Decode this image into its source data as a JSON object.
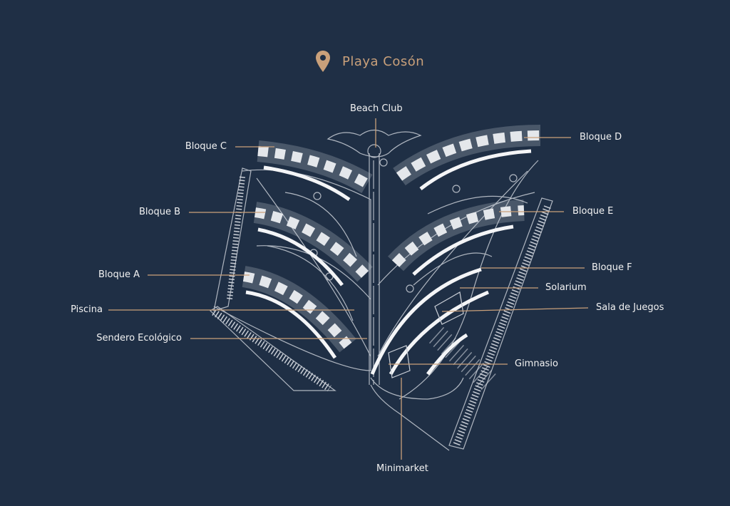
{
  "header": {
    "location": "Playa Cosón",
    "icon": "map-pin-icon"
  },
  "colors": {
    "background": "#1f2f45",
    "accent": "#c9a07a",
    "plan": "#d9dde3"
  },
  "labels": {
    "beach_club": "Beach Club",
    "bloque_c": "Bloque C",
    "bloque_d": "Bloque D",
    "bloque_b": "Bloque B",
    "bloque_e": "Bloque E",
    "bloque_a": "Bloque A",
    "bloque_f": "Bloque F",
    "solarium": "Solarium",
    "piscina": "Piscina",
    "sala_de_juegos": "Sala de Juegos",
    "sendero_ecologico": "Sendero Ecológico",
    "gimnasio": "Gimnasio",
    "minimarket": "Minimarket"
  }
}
